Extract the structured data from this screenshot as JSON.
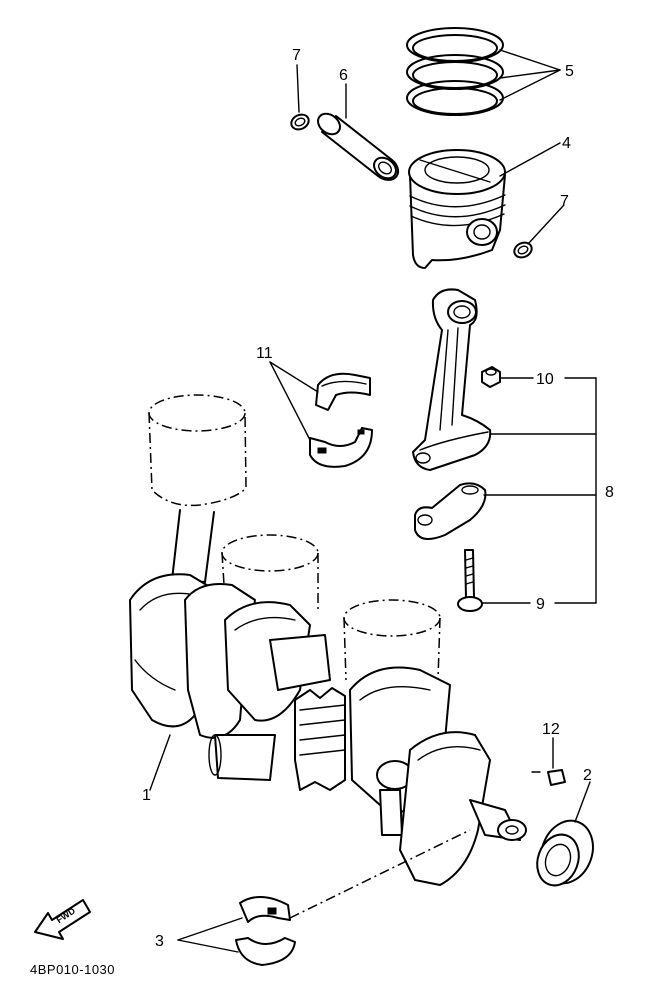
{
  "callouts": {
    "c1": "1",
    "c2": "2",
    "c3": "3",
    "c4": "4",
    "c5": "5",
    "c6": "6",
    "c7a": "7",
    "c7b": "7",
    "c8": "8",
    "c9": "9",
    "c10": "10",
    "c11": "11",
    "c12": "12"
  },
  "forward_arrow": {
    "label": "FWD"
  },
  "diagram_code": "4BP010-1030"
}
